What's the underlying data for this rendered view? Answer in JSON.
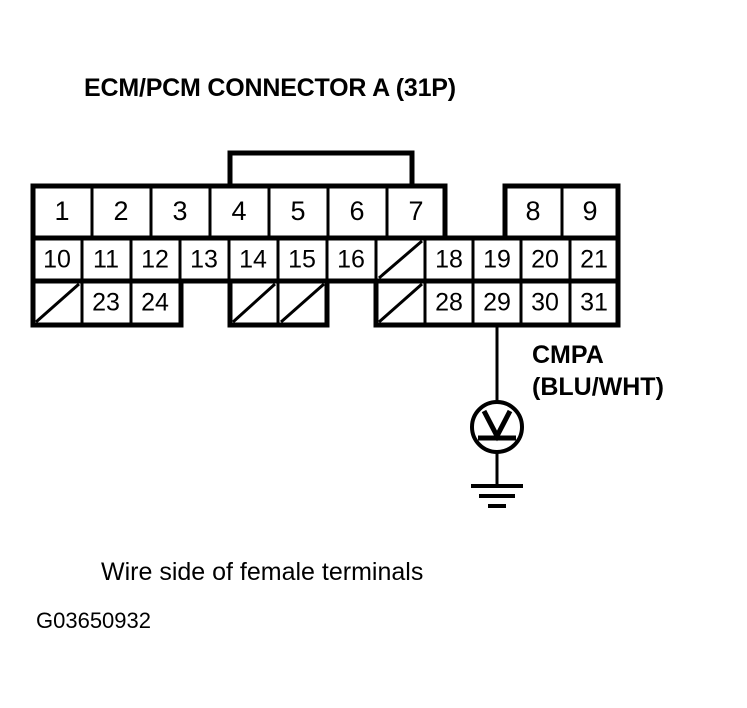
{
  "title": "ECM/PCM CONNECTOR A (31P)",
  "caption": "Wire side of female terminals",
  "figure_id": "G03650932",
  "colors": {
    "line": "#000000",
    "background": "#ffffff"
  },
  "connector": {
    "name": "ECM/PCM CONNECTOR A",
    "pin_count_label": "(31P)",
    "rows": [
      {
        "row": 1,
        "cells": [
          {
            "label": "1",
            "state": "numbered"
          },
          {
            "label": "2",
            "state": "numbered"
          },
          {
            "label": "3",
            "state": "numbered"
          },
          {
            "label": "4",
            "state": "numbered"
          },
          {
            "label": "5",
            "state": "numbered"
          },
          {
            "label": "6",
            "state": "numbered"
          },
          {
            "label": "7",
            "state": "numbered"
          },
          {
            "label": "",
            "state": "gap"
          },
          {
            "label": "8",
            "state": "numbered"
          },
          {
            "label": "9",
            "state": "numbered"
          }
        ]
      },
      {
        "row": 2,
        "cells": [
          {
            "label": "10",
            "state": "numbered"
          },
          {
            "label": "11",
            "state": "numbered"
          },
          {
            "label": "12",
            "state": "numbered"
          },
          {
            "label": "13",
            "state": "numbered"
          },
          {
            "label": "14",
            "state": "numbered"
          },
          {
            "label": "15",
            "state": "numbered"
          },
          {
            "label": "16",
            "state": "numbered"
          },
          {
            "label": "",
            "state": "blank"
          },
          {
            "label": "18",
            "state": "numbered"
          },
          {
            "label": "19",
            "state": "numbered"
          },
          {
            "label": "20",
            "state": "numbered"
          },
          {
            "label": "21",
            "state": "numbered"
          }
        ]
      },
      {
        "row": 3,
        "cells": [
          {
            "label": "",
            "state": "blank"
          },
          {
            "label": "23",
            "state": "numbered"
          },
          {
            "label": "24",
            "state": "numbered"
          },
          {
            "label": "",
            "state": "gap"
          },
          {
            "label": "",
            "state": "blank"
          },
          {
            "label": "",
            "state": "blank"
          },
          {
            "label": "",
            "state": "gap"
          },
          {
            "label": "",
            "state": "blank"
          },
          {
            "label": "28",
            "state": "numbered"
          },
          {
            "label": "29",
            "state": "numbered"
          },
          {
            "label": "30",
            "state": "numbered"
          },
          {
            "label": "31",
            "state": "numbered"
          }
        ]
      }
    ]
  },
  "measurement": {
    "signal_name": "CMPA",
    "wire_color": "(BLU/WHT)",
    "probe_pin": "29",
    "instrument": "voltmeter",
    "instrument_symbol": "V",
    "reference": "ground"
  }
}
